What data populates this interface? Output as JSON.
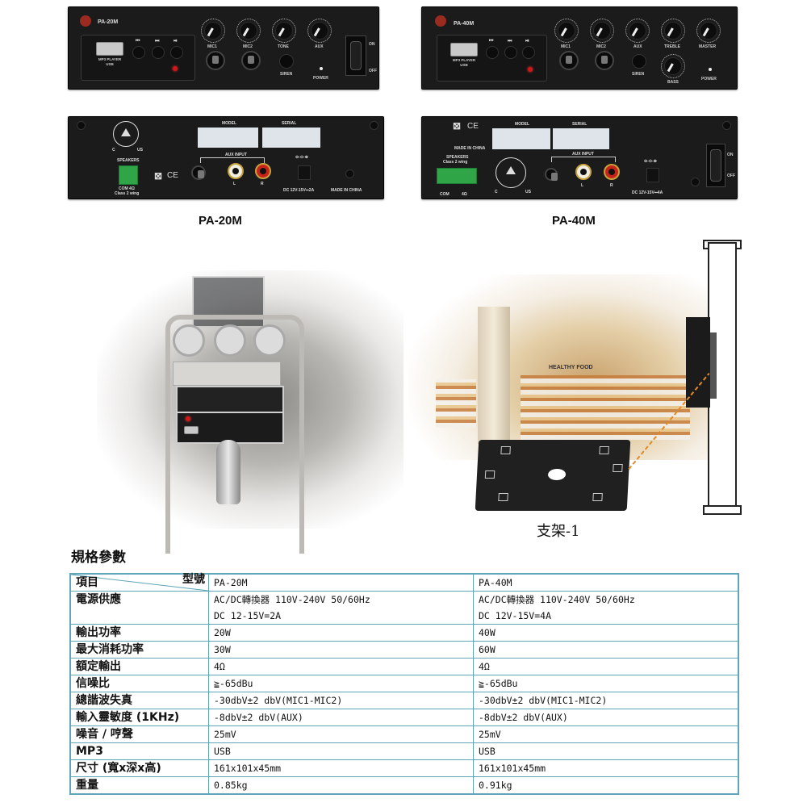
{
  "products": [
    {
      "model": "PA-20M",
      "front_panel": {
        "brand_model": "PA-20M",
        "mp3_label": [
          "MP3 PLAYER",
          "USB"
        ],
        "transport_buttons": [
          "prev",
          "next",
          "play-pause"
        ],
        "knobs": [
          {
            "label": "MIC1",
            "min": "0",
            "max": "10"
          },
          {
            "label": "MIC2",
            "min": "0",
            "max": "10"
          },
          {
            "label": "TONE",
            "min": "0",
            "max": "10"
          },
          {
            "label": "AUX",
            "min": "0",
            "max": "10"
          }
        ],
        "siren_label": "SIREN",
        "power_label": "POWER",
        "switch_on": "ON",
        "switch_off": "OFF"
      },
      "rear_panel": {
        "model_label": "MODEL",
        "serial_label": "SERIAL",
        "aux_input_label": "AUX INPUT",
        "rca_left": "L",
        "rca_right": "R",
        "speakers_label": "SPEAKERS",
        "speakers_spec": [
          "COM 4Ω",
          "Class 2 wing"
        ],
        "cert_c": "C",
        "cert_us": "US",
        "ce_mark": "CE",
        "dc_label": "DC 12V-15V⎓2A",
        "made_in": "MADE IN CHINA"
      },
      "caption": "PA-20M"
    },
    {
      "model": "PA-40M",
      "front_panel": {
        "brand_model": "PA-40M",
        "mp3_label": [
          "MP3 PLAYER",
          "USB"
        ],
        "transport_buttons": [
          "prev",
          "next",
          "play-pause"
        ],
        "knobs": [
          {
            "label": "MIC1",
            "min": "0",
            "max": "10"
          },
          {
            "label": "MIC2",
            "min": "0",
            "max": "10"
          },
          {
            "label": "AUX",
            "min": "0",
            "max": "10"
          },
          {
            "label": "TREBLE",
            "min": "0",
            "max": "10"
          },
          {
            "label": "MASTER",
            "min": "0",
            "max": "10"
          },
          {
            "label": "BASS",
            "min": "0",
            "max": "10"
          }
        ],
        "siren_label": "SIREN",
        "power_label": "POWER"
      },
      "rear_panel": {
        "model_label": "MODEL",
        "serial_label": "SERIAL",
        "aux_input_label": "AUX INPUT",
        "rca_left": "L",
        "rca_right": "R",
        "speakers_label": "SPEAKERS",
        "speakers_spec": "Class 2 wing",
        "terminal_labels": [
          "COM",
          "4Ω"
        ],
        "cert_c": "C",
        "cert_us": "US",
        "ce_mark": "CE",
        "made_in": "MADE IN CHINA",
        "dc_label": "DC 12V-15V⎓4A",
        "switch_on": "ON",
        "switch_off": "OFF"
      },
      "caption": "PA-40M"
    }
  ],
  "scenes": {
    "store_sign": "HEALTHY FOOD",
    "bracket_caption": "支架-1"
  },
  "spec": {
    "title": "規格參數",
    "header": {
      "item": "項目",
      "model": "型號",
      "col1": "PA-20M",
      "col2": "PA-40M"
    },
    "rows": [
      {
        "key": "電源供應",
        "v1": [
          "AC/DC轉換器 110V-240V 50/60Hz",
          "DC 12-15V=2A"
        ],
        "v2": [
          "AC/DC轉換器 110V-240V 50/60Hz",
          "DC 12V-15V=4A"
        ]
      },
      {
        "key": "輸出功率",
        "v1": "20W",
        "v2": "40W"
      },
      {
        "key": "最大消耗功率",
        "v1": "30W",
        "v2": "60W"
      },
      {
        "key": "額定輸出",
        "v1": "4Ω",
        "v2": "4Ω"
      },
      {
        "key": "信噪比",
        "v1": "≧-65dBu",
        "v2": "≧-65dBu"
      },
      {
        "key": "總諧波失真",
        "v1": "-30dbV±2 dbV(MIC1-MIC2)",
        "v2": "-30dbV±2 dbV(MIC1-MIC2)"
      },
      {
        "key": "輸入靈敏度 (1KHz)",
        "v1": "-8dbV±2 dbV(AUX)",
        "v2": "-8dbV±2 dbV(AUX)"
      },
      {
        "key": "噪音 / 哼聲",
        "v1": "25mV",
        "v2": "25mV"
      },
      {
        "key": "MP3",
        "v1": "USB",
        "v2": "USB"
      },
      {
        "key": "尺寸 (寬x深x高)",
        "v1": "161x101x45mm",
        "v2": "161x101x45mm"
      },
      {
        "key": "重量",
        "v1": "0.85kg",
        "v2": "0.91kg"
      }
    ]
  },
  "colors": {
    "table_border": "#5fa7b8",
    "panel": "#1b1b1c",
    "arrow": "#e08a28"
  }
}
